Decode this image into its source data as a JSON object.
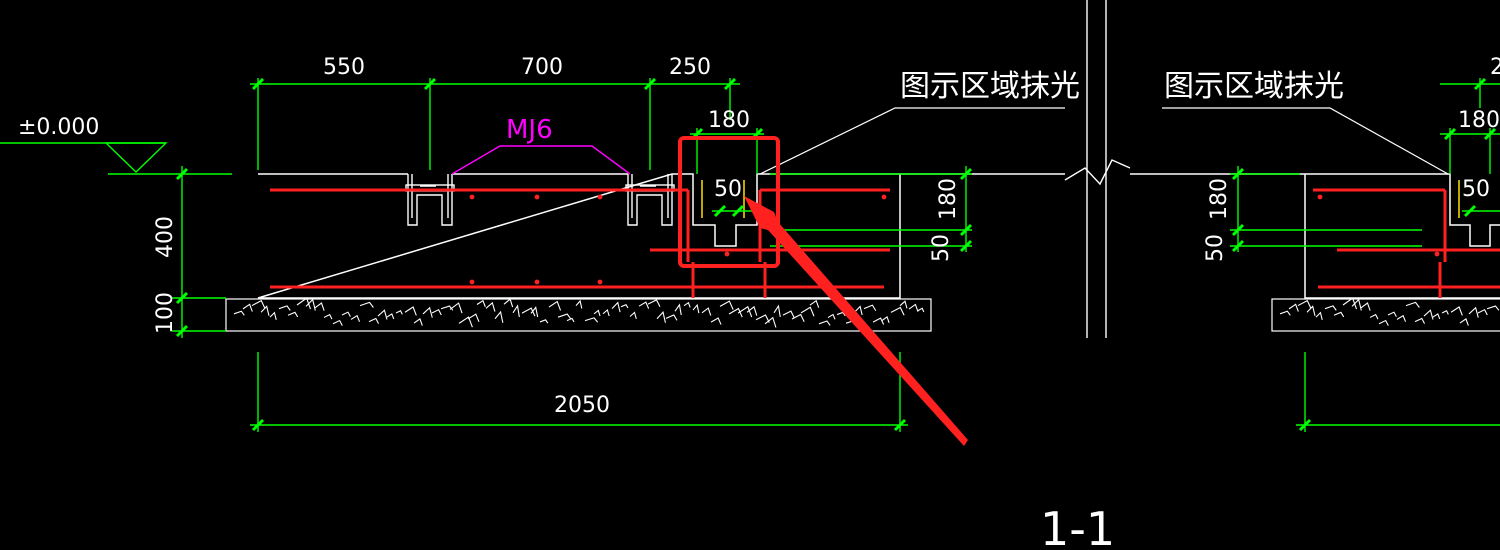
{
  "drawing": {
    "elevation_label": "±0.000",
    "embed_tag": "MJ6",
    "callout_left": "图示区域抹光",
    "callout_right": "图示区域抹光",
    "section_title": "1-1"
  },
  "dimensions": {
    "top_1": "550",
    "top_2": "700",
    "top_3": "250",
    "top_4": "180",
    "groove_inner": "50",
    "left_height": "400",
    "left_cushion": "100",
    "right_groove_depth": "180",
    "right_groove_bottom": "50",
    "bottom_total": "2050",
    "r_top_partial": "2",
    "r_180": "180",
    "r_50_inner": "50",
    "r_left_180": "180",
    "r_left_50": "50"
  },
  "colors": {
    "background": "#000000",
    "outline": "#ffffff",
    "dimension": "#00ff00",
    "rebar": "#ff2020",
    "embed_tag": "#ff00ff",
    "highlight": "#ff2020"
  }
}
